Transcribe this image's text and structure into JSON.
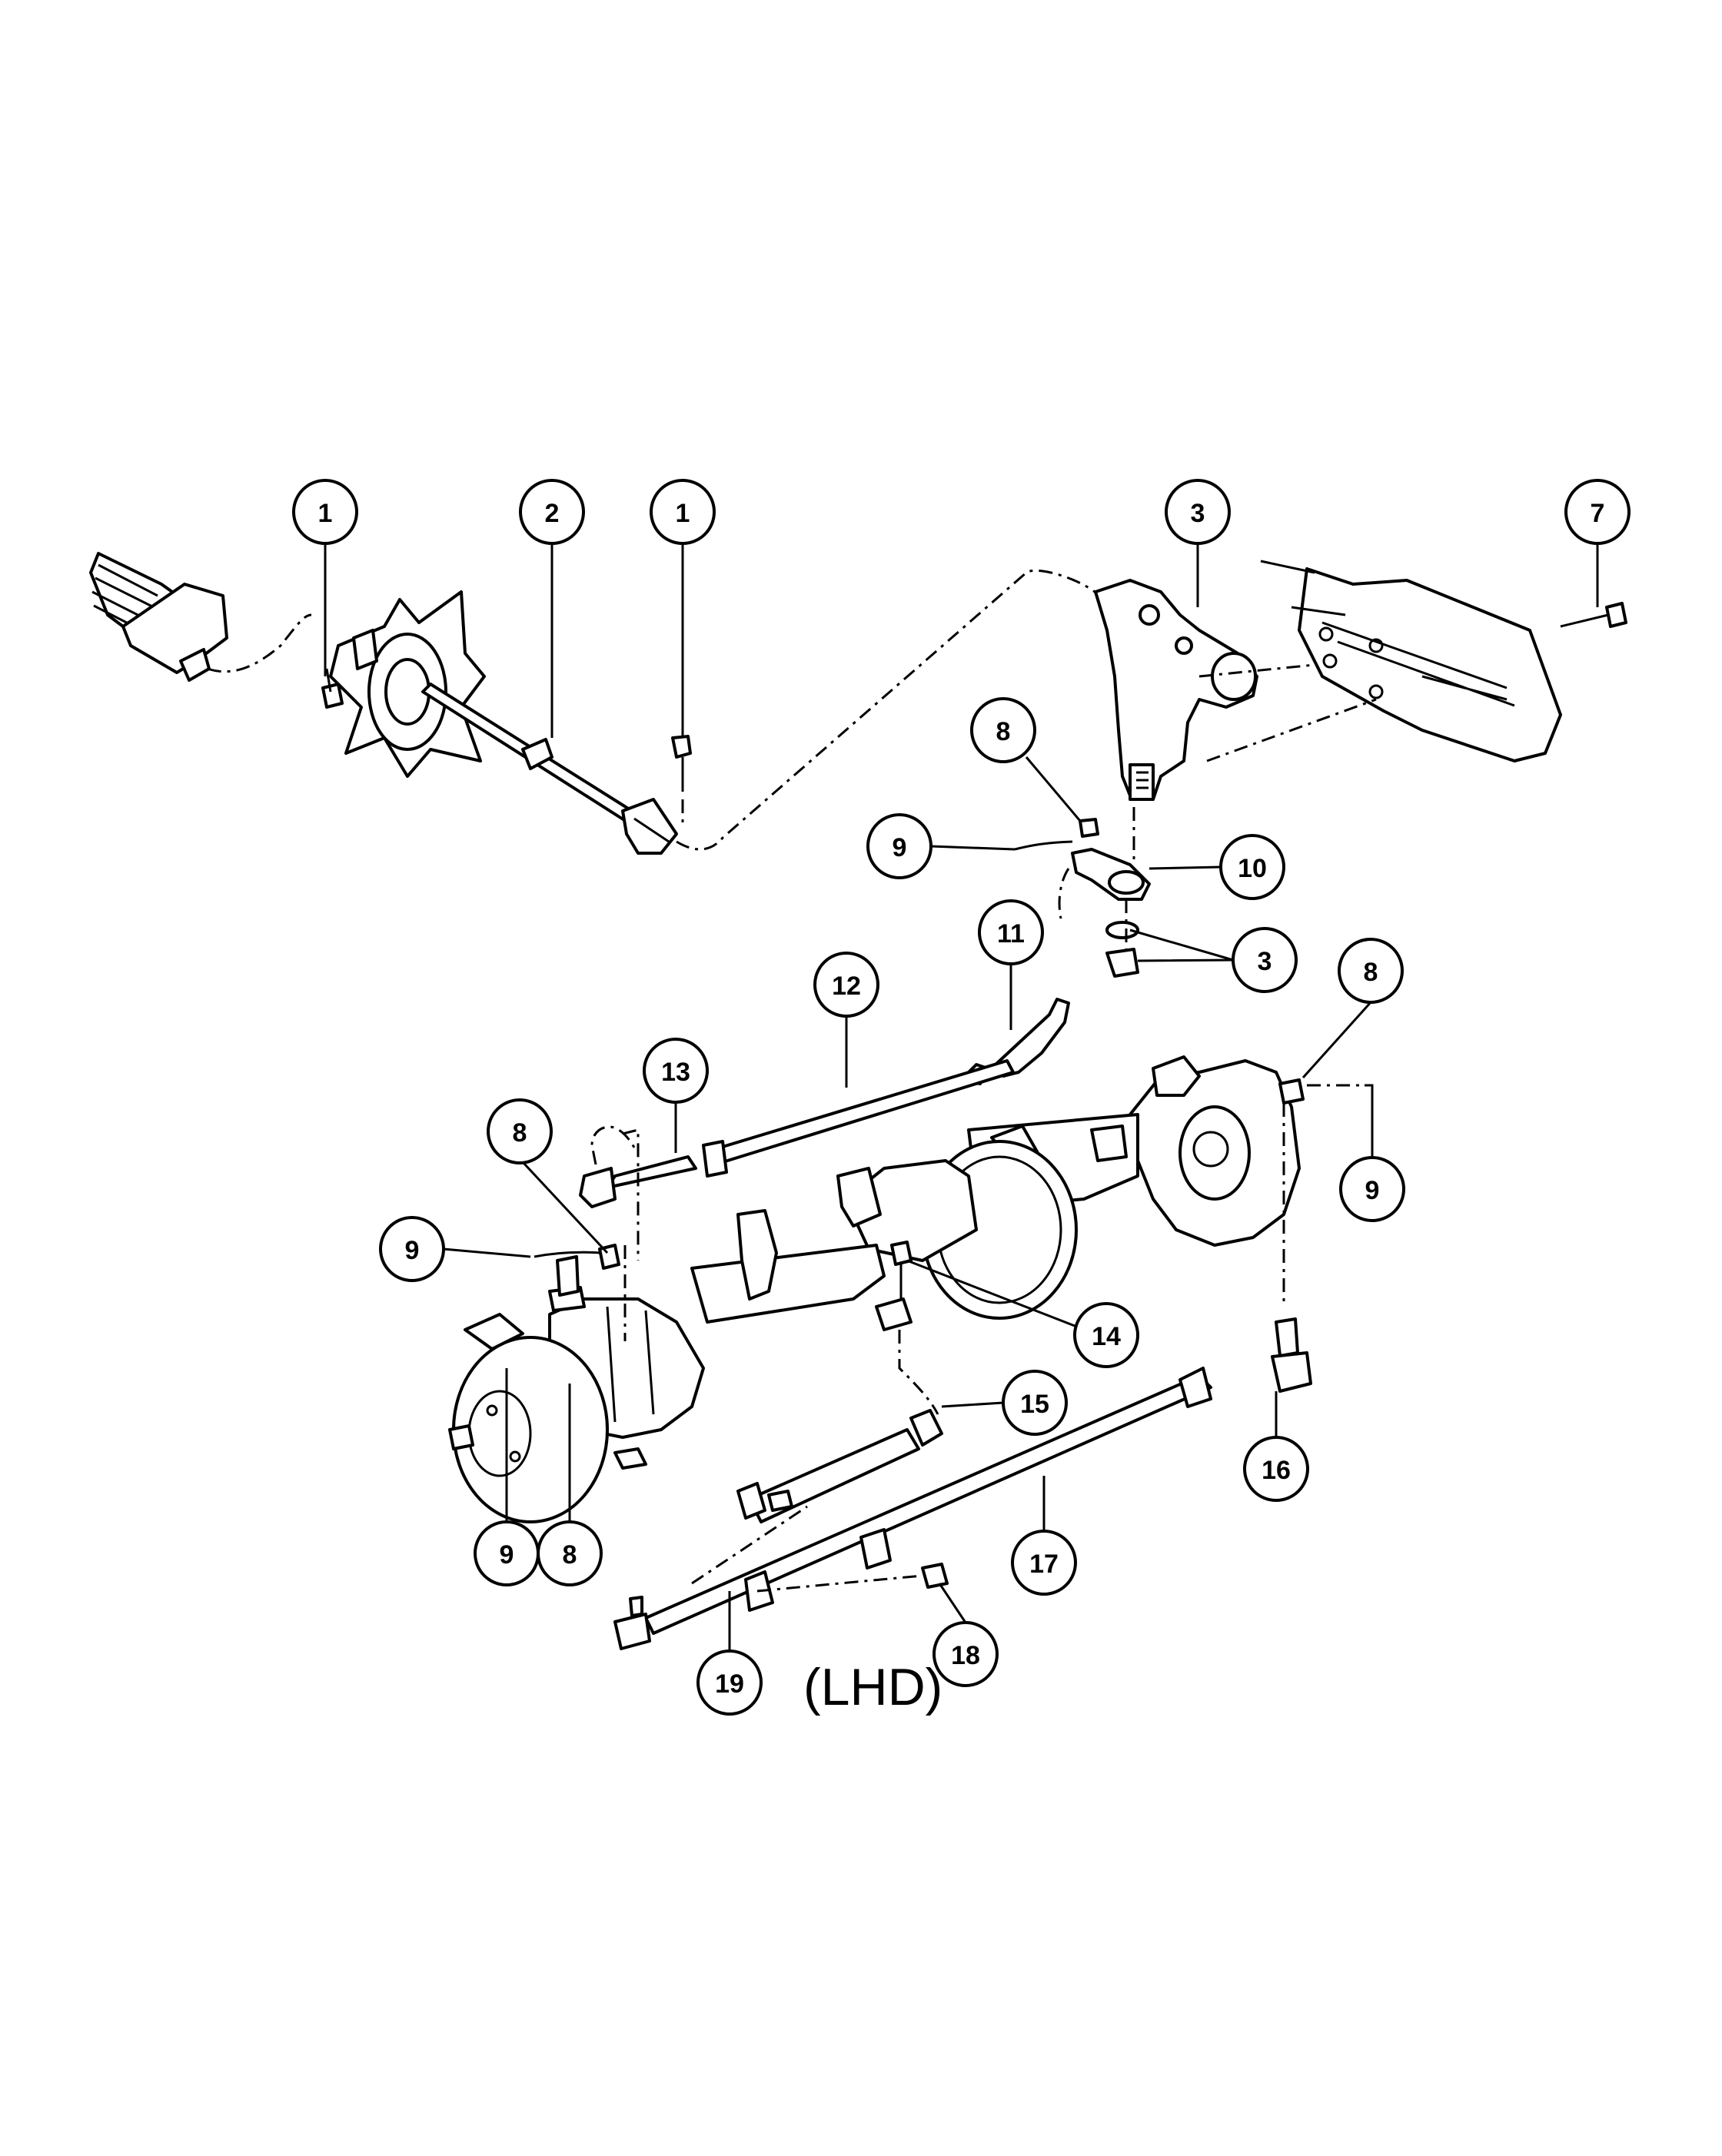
{
  "diagram": {
    "caption": "(LHD)",
    "callouts": [
      {
        "id": "c1a",
        "text": "1"
      },
      {
        "id": "c2",
        "text": "2"
      },
      {
        "id": "c1b",
        "text": "1"
      },
      {
        "id": "c3a",
        "text": "3"
      },
      {
        "id": "c7",
        "text": "7"
      },
      {
        "id": "c8a",
        "text": "8"
      },
      {
        "id": "c9a",
        "text": "9"
      },
      {
        "id": "c10",
        "text": "10"
      },
      {
        "id": "c11",
        "text": "11"
      },
      {
        "id": "c3b",
        "text": "3"
      },
      {
        "id": "c12",
        "text": "12"
      },
      {
        "id": "c8b",
        "text": "8"
      },
      {
        "id": "c13",
        "text": "13"
      },
      {
        "id": "c8c",
        "text": "8"
      },
      {
        "id": "c9b",
        "text": "9"
      },
      {
        "id": "c9c",
        "text": "9"
      },
      {
        "id": "c14",
        "text": "14"
      },
      {
        "id": "c15",
        "text": "15"
      },
      {
        "id": "c16",
        "text": "16"
      },
      {
        "id": "c9d",
        "text": "9"
      },
      {
        "id": "c8d",
        "text": "8"
      },
      {
        "id": "c17",
        "text": "17"
      },
      {
        "id": "c18",
        "text": "18"
      },
      {
        "id": "c19",
        "text": "19"
      }
    ]
  }
}
